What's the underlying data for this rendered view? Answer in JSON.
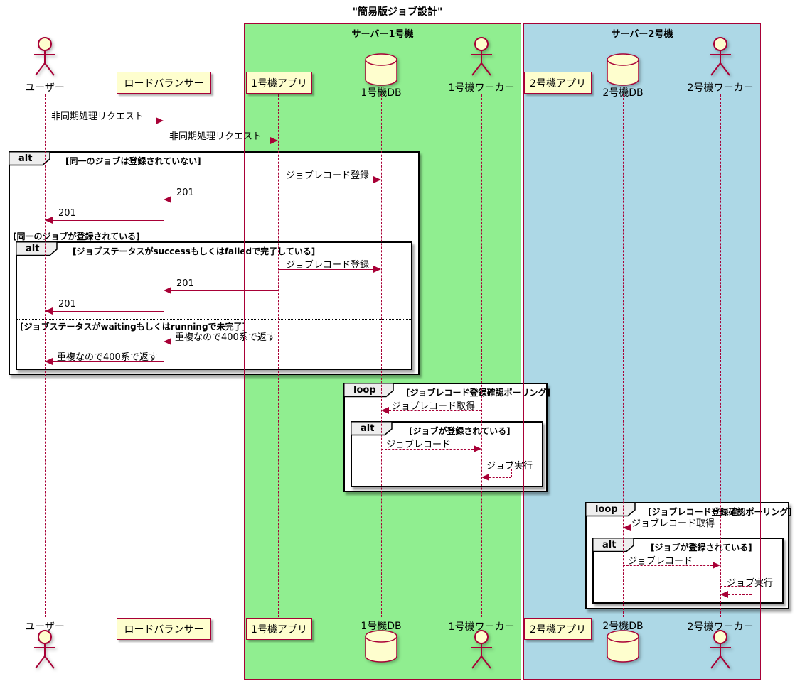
{
  "title": "\"簡易版ジョブ設計\"",
  "colors": {
    "stroke_red": "#A80036",
    "participant_fill": "#FEFECE",
    "server1_fill": "#90EE90",
    "server2_fill": "#ADD8E6",
    "fragment_tab_fill": "#EEEEEE",
    "frame_black": "#000000"
  },
  "boxes": {
    "server1": {
      "label": "サーバー1号機"
    },
    "server2": {
      "label": "サーバー2号機"
    }
  },
  "participants": [
    {
      "kind": "actor",
      "label": "ユーザー"
    },
    {
      "kind": "participant",
      "label": "ロードバランサー"
    },
    {
      "kind": "participant",
      "label": "1号機アプリ"
    },
    {
      "kind": "database",
      "label": "1号機DB"
    },
    {
      "kind": "actor",
      "label": "1号機ワーカー"
    },
    {
      "kind": "participant",
      "label": "2号機アプリ"
    },
    {
      "kind": "database",
      "label": "2号機DB"
    },
    {
      "kind": "actor",
      "label": "2号機ワーカー"
    }
  ],
  "fragments": {
    "alt1": {
      "operator": "alt",
      "condition": "[同一のジョブは登録されていない]",
      "divider": "[同一のジョブが登録されている]"
    },
    "alt2": {
      "operator": "alt",
      "condition": "[ジョブステータスがsuccessもしくはfailedで完了している]",
      "divider": "[ジョブステータスがwaitingもしくはrunningで未完了]"
    },
    "loop1": {
      "operator": "loop",
      "condition": "[ジョブレコード登録確認ポーリング]"
    },
    "alt3": {
      "operator": "alt",
      "condition": "[ジョブが登録されている]"
    },
    "loop2": {
      "operator": "loop",
      "condition": "[ジョブレコード登録確認ポーリング]"
    },
    "alt4": {
      "operator": "alt",
      "condition": "[ジョブが登録されている]"
    }
  },
  "messages": [
    {
      "label": "非同期処理リクエスト"
    },
    {
      "label": "非同期処理リクエスト"
    },
    {
      "label": "ジョブレコード登録"
    },
    {
      "label": "201"
    },
    {
      "label": "201"
    },
    {
      "label": "ジョブレコード登録"
    },
    {
      "label": "201"
    },
    {
      "label": "201"
    },
    {
      "label": "重複なので400系で返す"
    },
    {
      "label": "重複なので400系で返す"
    },
    {
      "label": "ジョブレコード取得"
    },
    {
      "label": "ジョブレコード"
    },
    {
      "label": "ジョブ実行"
    },
    {
      "label": "ジョブレコード取得"
    },
    {
      "label": "ジョブレコード"
    },
    {
      "label": "ジョブ実行"
    }
  ]
}
